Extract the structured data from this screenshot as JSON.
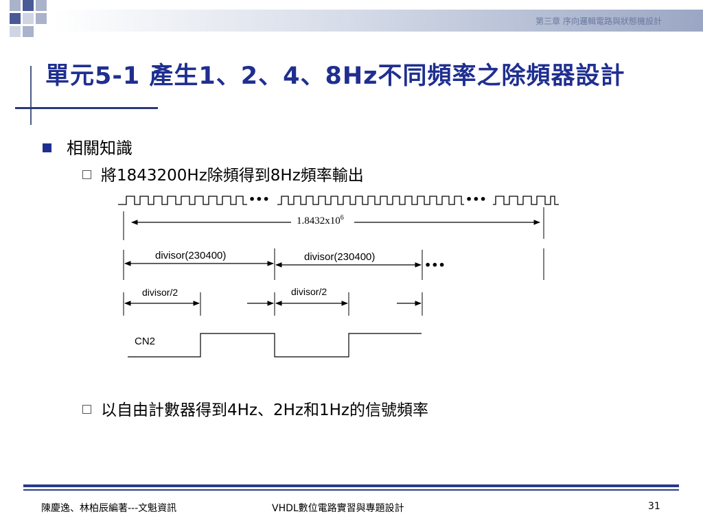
{
  "header": {
    "chapter": "第三章  序向邏輯電路與狀態機設計"
  },
  "title": "單元5-1 產生1、2、4、8Hz不同頻率之除頻器設計",
  "bullets": {
    "level1": "相關知識",
    "item1": "將1843200Hz除頻得到8Hz頻率輸出",
    "item2": "以自由計數器得到4Hz、2Hz和1Hz的信號頻率"
  },
  "diagram": {
    "total_label": "1.8432x10",
    "total_exp": "6",
    "divisor_label_1": "divisor(230400)",
    "divisor_label_2": "divisor(230400)",
    "half_label_1": "divisor/2",
    "half_label_2": "divisor/2",
    "signal_label": "CN2",
    "ellipsis": "•••"
  },
  "footer": {
    "authors": "陳慶逸、林柏辰編著---文魁資訊",
    "book": "VHDL數位電路實習與專題設計",
    "page": "31"
  },
  "colors": {
    "title": "#1f2f8f",
    "accent": "#2a3a8a"
  }
}
